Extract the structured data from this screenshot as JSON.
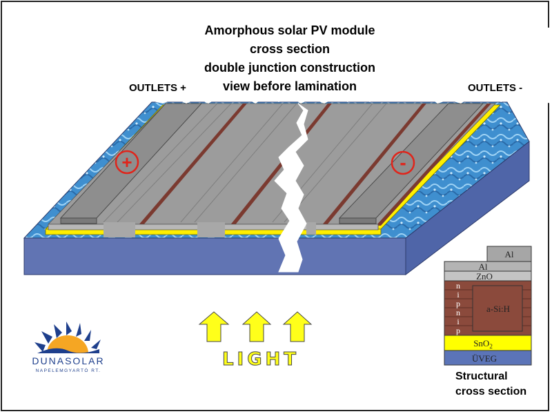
{
  "title": {
    "line1": "Amorphous solar PV module",
    "line2": "cross section",
    "line3": "double junction construction",
    "line4": "view before lamination"
  },
  "outlets": {
    "plus": "OUTLETS +",
    "minus": "OUTLETS -"
  },
  "polarity": {
    "plus_symbol": "+",
    "minus_symbol": "-"
  },
  "light": {
    "label": "LIGHT",
    "arrow_count": 3
  },
  "logo": {
    "name": "DUNASOLAR",
    "subtitle": "NAPELEMGYARTÓ RT."
  },
  "structure": {
    "layers": {
      "al_top": "Al",
      "al": "Al",
      "zno": "ZnO",
      "asi": "a-Si:H",
      "sno2": "SnO",
      "sno2_sub": "2",
      "glass": "ÜVEG"
    },
    "nip_letters": [
      "n",
      "i",
      "p",
      "n",
      "i",
      "p"
    ],
    "caption_line1": "Structural",
    "caption_line2": "cross section"
  },
  "colors": {
    "glass_blue": "#5b74b8",
    "cell_gray": "#9a9a9a",
    "sno2_yellow": "#ffff00",
    "asi_brown": "#8b4a3c",
    "polarity_red": "#e0251b",
    "logo_blue": "#1e3f8c",
    "logo_orange": "#f5a623"
  }
}
